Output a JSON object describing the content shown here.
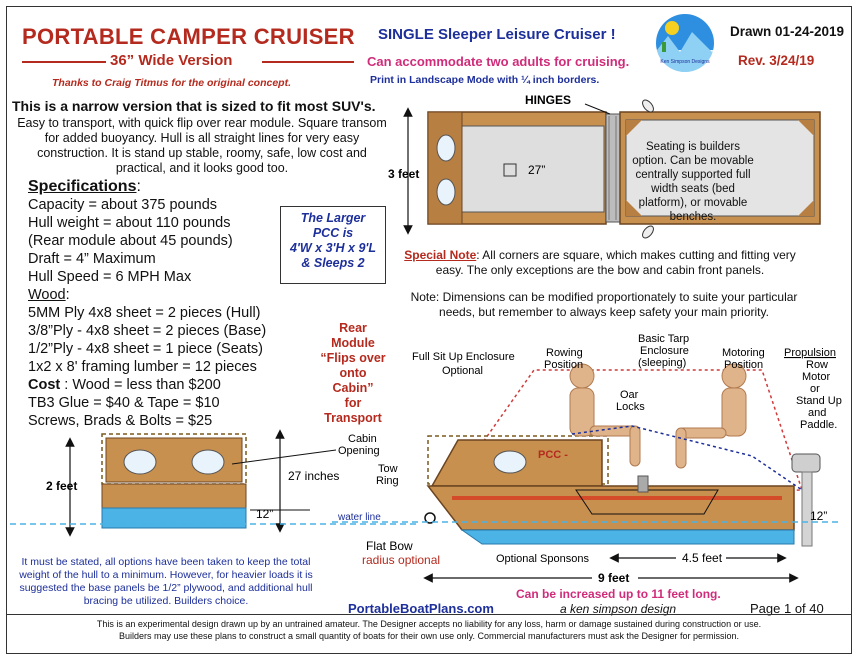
{
  "header": {
    "title": "PORTABLE CAMPER CRUISER",
    "version": "36” Wide Version",
    "subtitle": "SINGLE Sleeper Leisure Cruiser !",
    "accommodate": "Can accommodate two adults for cruising.",
    "print_note": "Print in Landscape Mode with ¼ inch borders.",
    "thanks": "Thanks to Craig Titmus for the original concept.",
    "drawn": "Drawn 01-24-2019",
    "rev": "Rev.  3/24/19",
    "logo_text": "Ken Simpson Designs"
  },
  "intro": {
    "headline": "This is a narrow version that is sized to fit most SUV's.",
    "body": "Easy to transport, with quick flip over rear module. Square transom for added buoyancy. Hull is all straight lines for very easy construction. It is stand up stable, roomy, safe, low cost and practical, and it looks good too."
  },
  "specs": {
    "heading": "Specifications",
    "colon": ":",
    "capacity": "Capacity = about 375 pounds",
    "hull_weight": "Hull weight = about 110 pounds",
    "rear_weight": "(Rear module about 45 pounds)",
    "draft": "Draft = 4” Maximum",
    "speed": "Hull Speed = 6 MPH Max",
    "wood_heading": "Wood",
    "wood_colon": ":",
    "wood1": "5MM Ply 4x8 sheet = 2 pieces (Hull)",
    "wood2": "3/8”Ply - 4x8 sheet = 2 pieces (Base)",
    "wood3": "1/2”Ply - 4x8 sheet = 1 piece (Seats)",
    "wood4": "1x2 x 8'  framing lumber = 12 pieces",
    "cost_label": "Cost",
    "cost_rest": " : Wood = less than $200",
    "glue": "TB3 Glue = $40 & Tape = $10",
    "screws": "Screws, Brads & Bolts = $25"
  },
  "larger_box": {
    "l1": "The Larger",
    "l2": "PCC is",
    "l3": "4'W x 3'H x 9'L",
    "l4": "& Sleeps 2"
  },
  "rear_module": {
    "l1": "Rear",
    "l2": "Module",
    "l3": "“Flips over",
    "l4": "onto Cabin”",
    "l5": "for",
    "l6": "Transport"
  },
  "top_view": {
    "hinges": "HINGES",
    "width_label": "3 feet",
    "inner_dim": "27”",
    "seating_note": "Seating is builders option. Can be movable centrally supported full width seats (bed platform), or movable benches."
  },
  "special_note": {
    "label": "Special Note",
    "text": ": All corners are square, which makes cutting and fitting very easy. The only exceptions are the bow and cabin front panels."
  },
  "note": "Note: Dimensions can be modified proportionately to suite your particular needs, but remember to always keep safety your main priority.",
  "end_view": {
    "height": "2 feet",
    "cabin_opening_1": "Cabin",
    "cabin_opening_2": "Opening",
    "inches": "27 inches",
    "side_dim": "12”"
  },
  "side_view": {
    "full_sit_1": "Full Sit Up Enclosure",
    "full_sit_2": "Optional",
    "rowing_1": "Rowing",
    "rowing_2": "Position",
    "tarp_1": "Basic Tarp",
    "tarp_2": "Enclosure",
    "tarp_3": "(sleeping)",
    "motoring_1": "Motoring",
    "motoring_2": "Position",
    "propulsion": "Propulsion",
    "prop_2": "Row",
    "prop_3": "Motor",
    "prop_4": "or",
    "prop_5": "Stand Up",
    "prop_6": "and",
    "prop_7": "Paddle.",
    "oar_1": "Oar",
    "oar_2": "Locks",
    "tow_1": "Tow",
    "tow_2": "Ring",
    "water_line": "water line",
    "stern_dim": "12”",
    "pcc_label": "PCC -",
    "flat_bow": "Flat Bow",
    "radius": "radius optional",
    "sponsons": "Optional Sponsons",
    "dim_45": "4.5 feet",
    "dim_9": "9 feet",
    "increase": "Can be increased up to 11 feet long."
  },
  "bottom_note": "It must be stated, all options have been taken to keep the total weight of the hull to a minimum.  However, for heavier loads it is suggested the base panels be 1/2” plywood, and additional hull bracing be utilized. Builders choice.",
  "footer": {
    "site": "PortableBoatPlans.com",
    "designer": "a ken simpson design",
    "page": "Page 1 of  40",
    "disclaimer_1": "This is an experimental design drawn up by an untrained amateur. The Designer accepts no liability for any loss, harm or damage sustained during construction or use.",
    "disclaimer_2": "Builders may use these plans to construct a small quantity of boats for their own use only.  Commercial manufacturers must ask the Designer for permission."
  },
  "colors": {
    "red": "#b52a1e",
    "blue": "#1d2f9a",
    "magenta": "#cf2c7a",
    "wood": "#c8904f",
    "water": "#4bb3e6"
  }
}
